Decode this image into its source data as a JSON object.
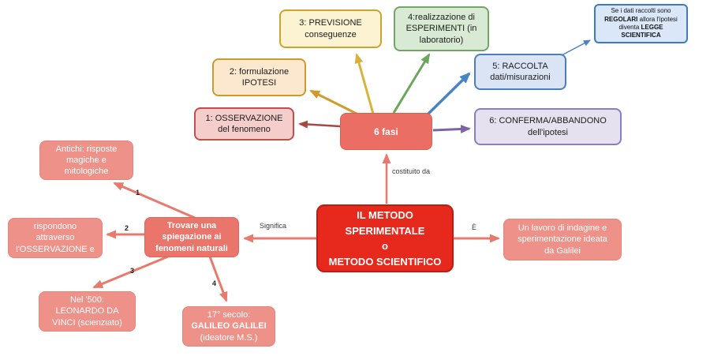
{
  "palette": {
    "salmon_light": "#EE9188",
    "salmon_dark": "#EA756B",
    "salmon_arrow": "#E8796D",
    "center_red": "#E7291D",
    "dark_red_arrow": "#A94743",
    "gold": "#D09B2C",
    "yellow_gold": "#D9B23E",
    "green": "#6BA65B",
    "blue": "#4A82C3",
    "purple": "#7E63A5"
  },
  "nodes": {
    "previsione": {
      "label": "3: PREVISIONE\nconseguenze"
    },
    "esperimenti": {
      "label": "4:realizzazione di\nESPERIMENTI (in\nlaboratorio)"
    },
    "legge": {
      "part1": "Se i dati raccolti sono ",
      "part2": "REGOLARI",
      "part3": " allora l'ipotesi diventa ",
      "part4": "LEGGE SCIENTIFICA"
    },
    "ipotesi": {
      "label": "2: formulazione\nIPOTESI"
    },
    "raccolta": {
      "label": "5: RACCOLTA\ndati/misurazioni"
    },
    "osservazione": {
      "label": "1: OSSERVAZIONE\ndel fenomeno"
    },
    "fasi": {
      "label": "6 fasi"
    },
    "conferma": {
      "label": "6: CONFERMA/ABBANDONO\ndell'ipotesi"
    },
    "antichi": {
      "label": "Antichi: risposte\nmagiche e\nmitologiche"
    },
    "rispondono": {
      "label": "rispondono\nattraverso\nl'OSSERVAZIONE e"
    },
    "trovare": {
      "label": "Trovare una\nspiegazione ai\nfenomeni naturali"
    },
    "centro": {
      "label": "IL METODO\nSPERIMENTALE\no\nMETODO SCIENTIFICO"
    },
    "lavoro": {
      "label": "Un lavoro di indagine e\nsperimentazione ideata\nda Galilei"
    },
    "leonardo": {
      "label": "Nel '500:\nLEONARDO DA\nVINCI (scienziato)"
    },
    "galileo": {
      "line1": "17° secolo:",
      "line2": "GALILEO GALILEI",
      "line3": "(ideatore M.S.)"
    }
  },
  "edge_labels": {
    "costituito": "costituito da",
    "significa": "Significa",
    "e": "È",
    "n1": "1",
    "n2": "2",
    "n3": "3",
    "n4": "4"
  }
}
